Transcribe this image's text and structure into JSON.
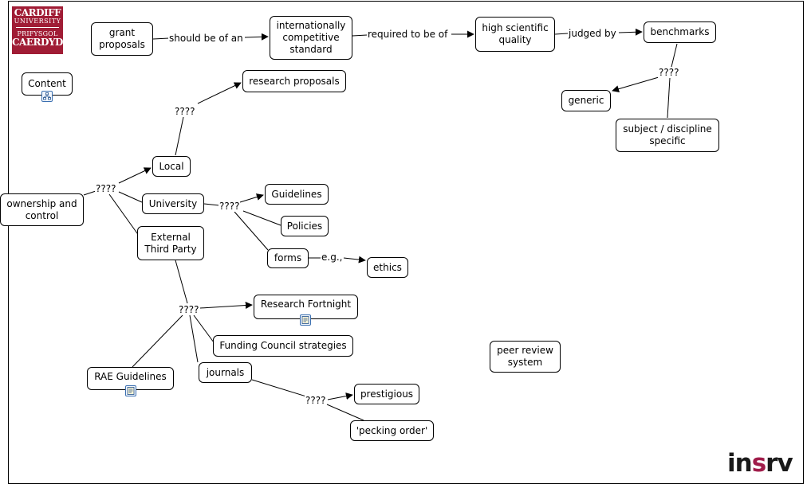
{
  "logo": {
    "line1": "CARDIFF",
    "line2": "UNIVERSITY",
    "line3": "PRIFYSGOL",
    "line4": "CAERDYDD"
  },
  "brand": {
    "prefix": "in",
    "accent": "s",
    "suffix": "rv",
    "accent_color": "#a01c4a"
  },
  "nodes": {
    "grant_proposals": "grant\nproposals",
    "intl_standard": "internationally\ncompetitive\nstandard",
    "high_quality": "high scientific\nquality",
    "benchmarks": "benchmarks",
    "content": "Content",
    "research_proposals": "research proposals",
    "generic": "generic",
    "subject_specific": "subject / discipline\nspecific",
    "local": "Local",
    "ownership": "ownership and\ncontrol",
    "university": "University",
    "guidelines": "Guidelines",
    "policies": "Policies",
    "external": "External\nThird Party",
    "forms": "forms",
    "ethics": "ethics",
    "research_fortnight": "Research Fortnight",
    "funding_council": "Funding Council strategies",
    "peer_review": "peer review\nsystem",
    "journals": "journals",
    "rae_guidelines": "RAE Guidelines",
    "prestigious": "prestigious",
    "pecking_order": "'pecking order'"
  },
  "links": {
    "should_be_of_an": "should be of an",
    "required_to_be_of": "required to be of",
    "judged_by": "judged by",
    "bench_unknown": "????",
    "local_unknown": "????",
    "ownership_unknown": "????",
    "university_unknown": "????",
    "eg": "e.g.,",
    "external_unknown": "????",
    "journals_unknown": "????"
  },
  "icons": {
    "content_resource": "concept-map-icon",
    "research_fortnight_resource": "document-icon",
    "rae_resource": "document-icon"
  }
}
